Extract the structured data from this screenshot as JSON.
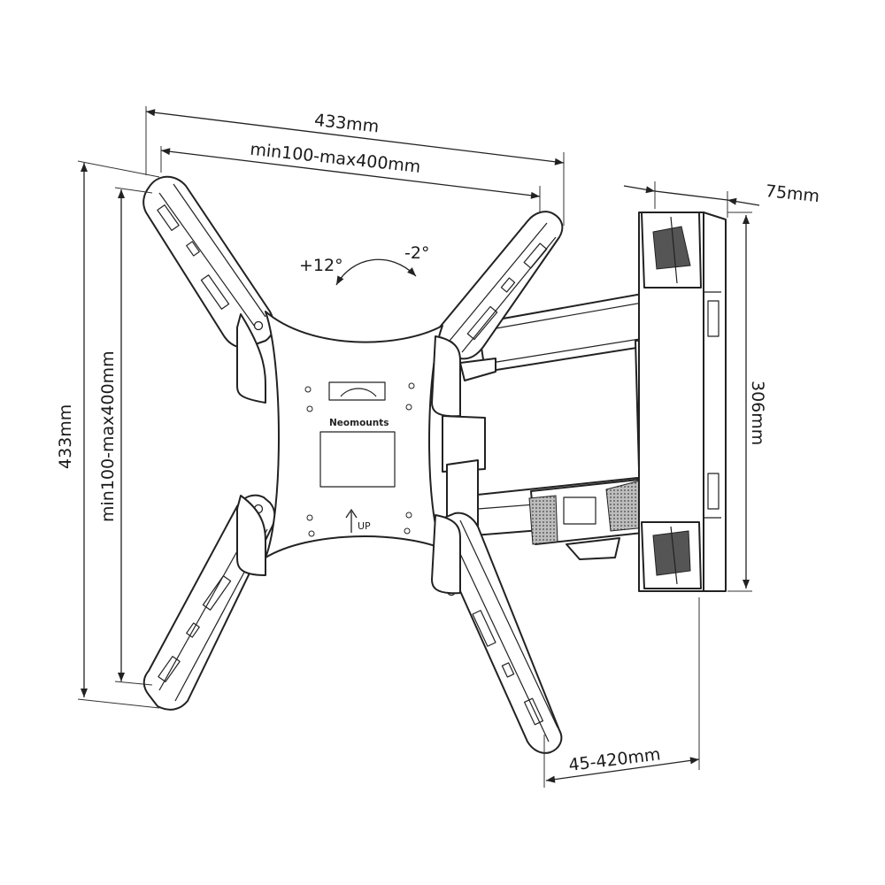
{
  "dimensions": {
    "overall_width": "433mm",
    "vesa_width": "min100-max400mm",
    "overall_height": "433mm",
    "vesa_height": "min100-max400mm",
    "wall_plate_depth": "75mm",
    "wall_plate_height": "306mm",
    "extension_range": "45-420mm"
  },
  "tilt": {
    "forward": "+12°",
    "backward": "-2°"
  },
  "plate": {
    "brand": "Neomounts",
    "up_label": "UP"
  }
}
